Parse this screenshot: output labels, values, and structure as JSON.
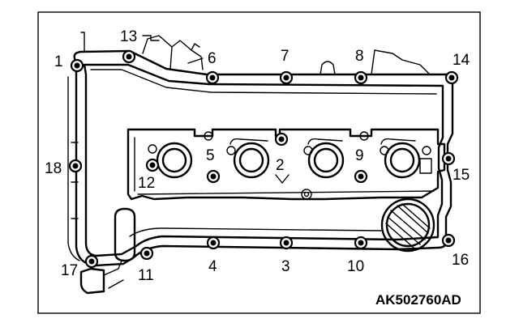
{
  "figure": {
    "code": "AK502760AD",
    "bolt_labels": [
      "1",
      "2",
      "3",
      "4",
      "5",
      "6",
      "7",
      "8",
      "9",
      "10",
      "11",
      "12",
      "13",
      "14",
      "15",
      "16",
      "17",
      "18"
    ]
  }
}
